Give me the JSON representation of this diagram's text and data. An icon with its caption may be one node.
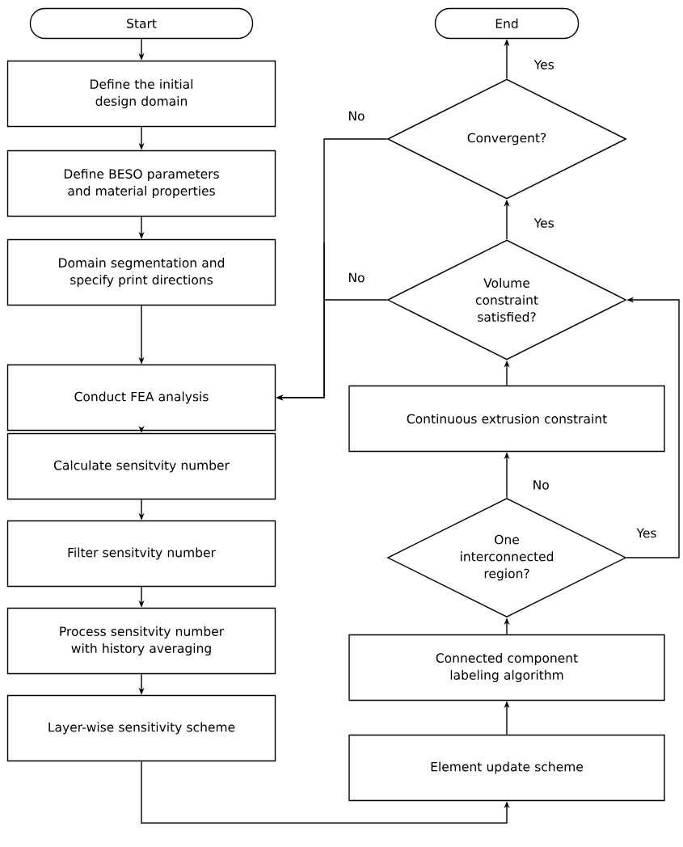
{
  "diagram": {
    "nodes": [
      {
        "text": [
          "Start"
        ]
      },
      {
        "text": [
          "Define the initial design domain"
        ]
      },
      {
        "text": [
          "Define BESO parameters and material properties"
        ]
      },
      {
        "text": [
          "Domain segmentation and specify print directions"
        ]
      },
      {
        "text": [
          "Conduct FEA analysis"
        ]
      },
      {
        "text": [
          "Calculate sensitvity number"
        ]
      },
      {
        "text": [
          "Filter sensitvity number"
        ]
      },
      {
        "text": [
          "Process sensitvity number with history averaging"
        ]
      },
      {
        "text": [
          "Layer-wise sensitivity scheme"
        ]
      },
      {
        "text": [
          "Element update scheme"
        ]
      },
      {
        "text": [
          "Connected component labeling algorithm"
        ]
      },
      {
        "text": [
          "One interconnected region?"
        ]
      },
      {
        "text": [
          "Continuous extrusion constraint"
        ]
      },
      {
        "text": [
          "Volume constraint satisfied?"
        ]
      },
      {
        "text": [
          "Convergent?"
        ]
      },
      {
        "text": [
          "End"
        ]
      }
    ],
    "edges": [
      {
        "from": 0,
        "to": 1,
        "arrow": "to"
      },
      {
        "from": 1,
        "to": 2,
        "arrow": "to"
      },
      {
        "from": 2,
        "to": 3,
        "arrow": "to"
      },
      {
        "from": 3,
        "to": 4,
        "arrow": "to"
      },
      {
        "from": 4,
        "to": 5,
        "arrow": "to"
      },
      {
        "from": 5,
        "to": 6,
        "arrow": "to"
      },
      {
        "from": 6,
        "to": 7,
        "arrow": "to"
      },
      {
        "from": 7,
        "to": 8,
        "arrow": "to"
      },
      {
        "from": 8,
        "to": 9,
        "arrow": "to"
      },
      {
        "from": 9,
        "to": 10,
        "arrow": "to"
      },
      {
        "from": 10,
        "to": 11,
        "arrow": "to"
      },
      {
        "from": 11,
        "to": 12,
        "arrow": "to",
        "label": "No"
      },
      {
        "from": 11,
        "to": 13,
        "arrow": "to",
        "label": "Yes"
      },
      {
        "from": 12,
        "to": 13,
        "arrow": "to"
      },
      {
        "from": 13,
        "to": 14,
        "arrow": "to",
        "label": "Yes"
      },
      {
        "from": 13,
        "to": 4,
        "arrow": "to",
        "label": "No"
      },
      {
        "from": 14,
        "to": 15,
        "arrow": "to",
        "label": "Yes"
      },
      {
        "from": 14,
        "to": 4,
        "arrow": "to",
        "label": "No"
      }
    ]
  }
}
